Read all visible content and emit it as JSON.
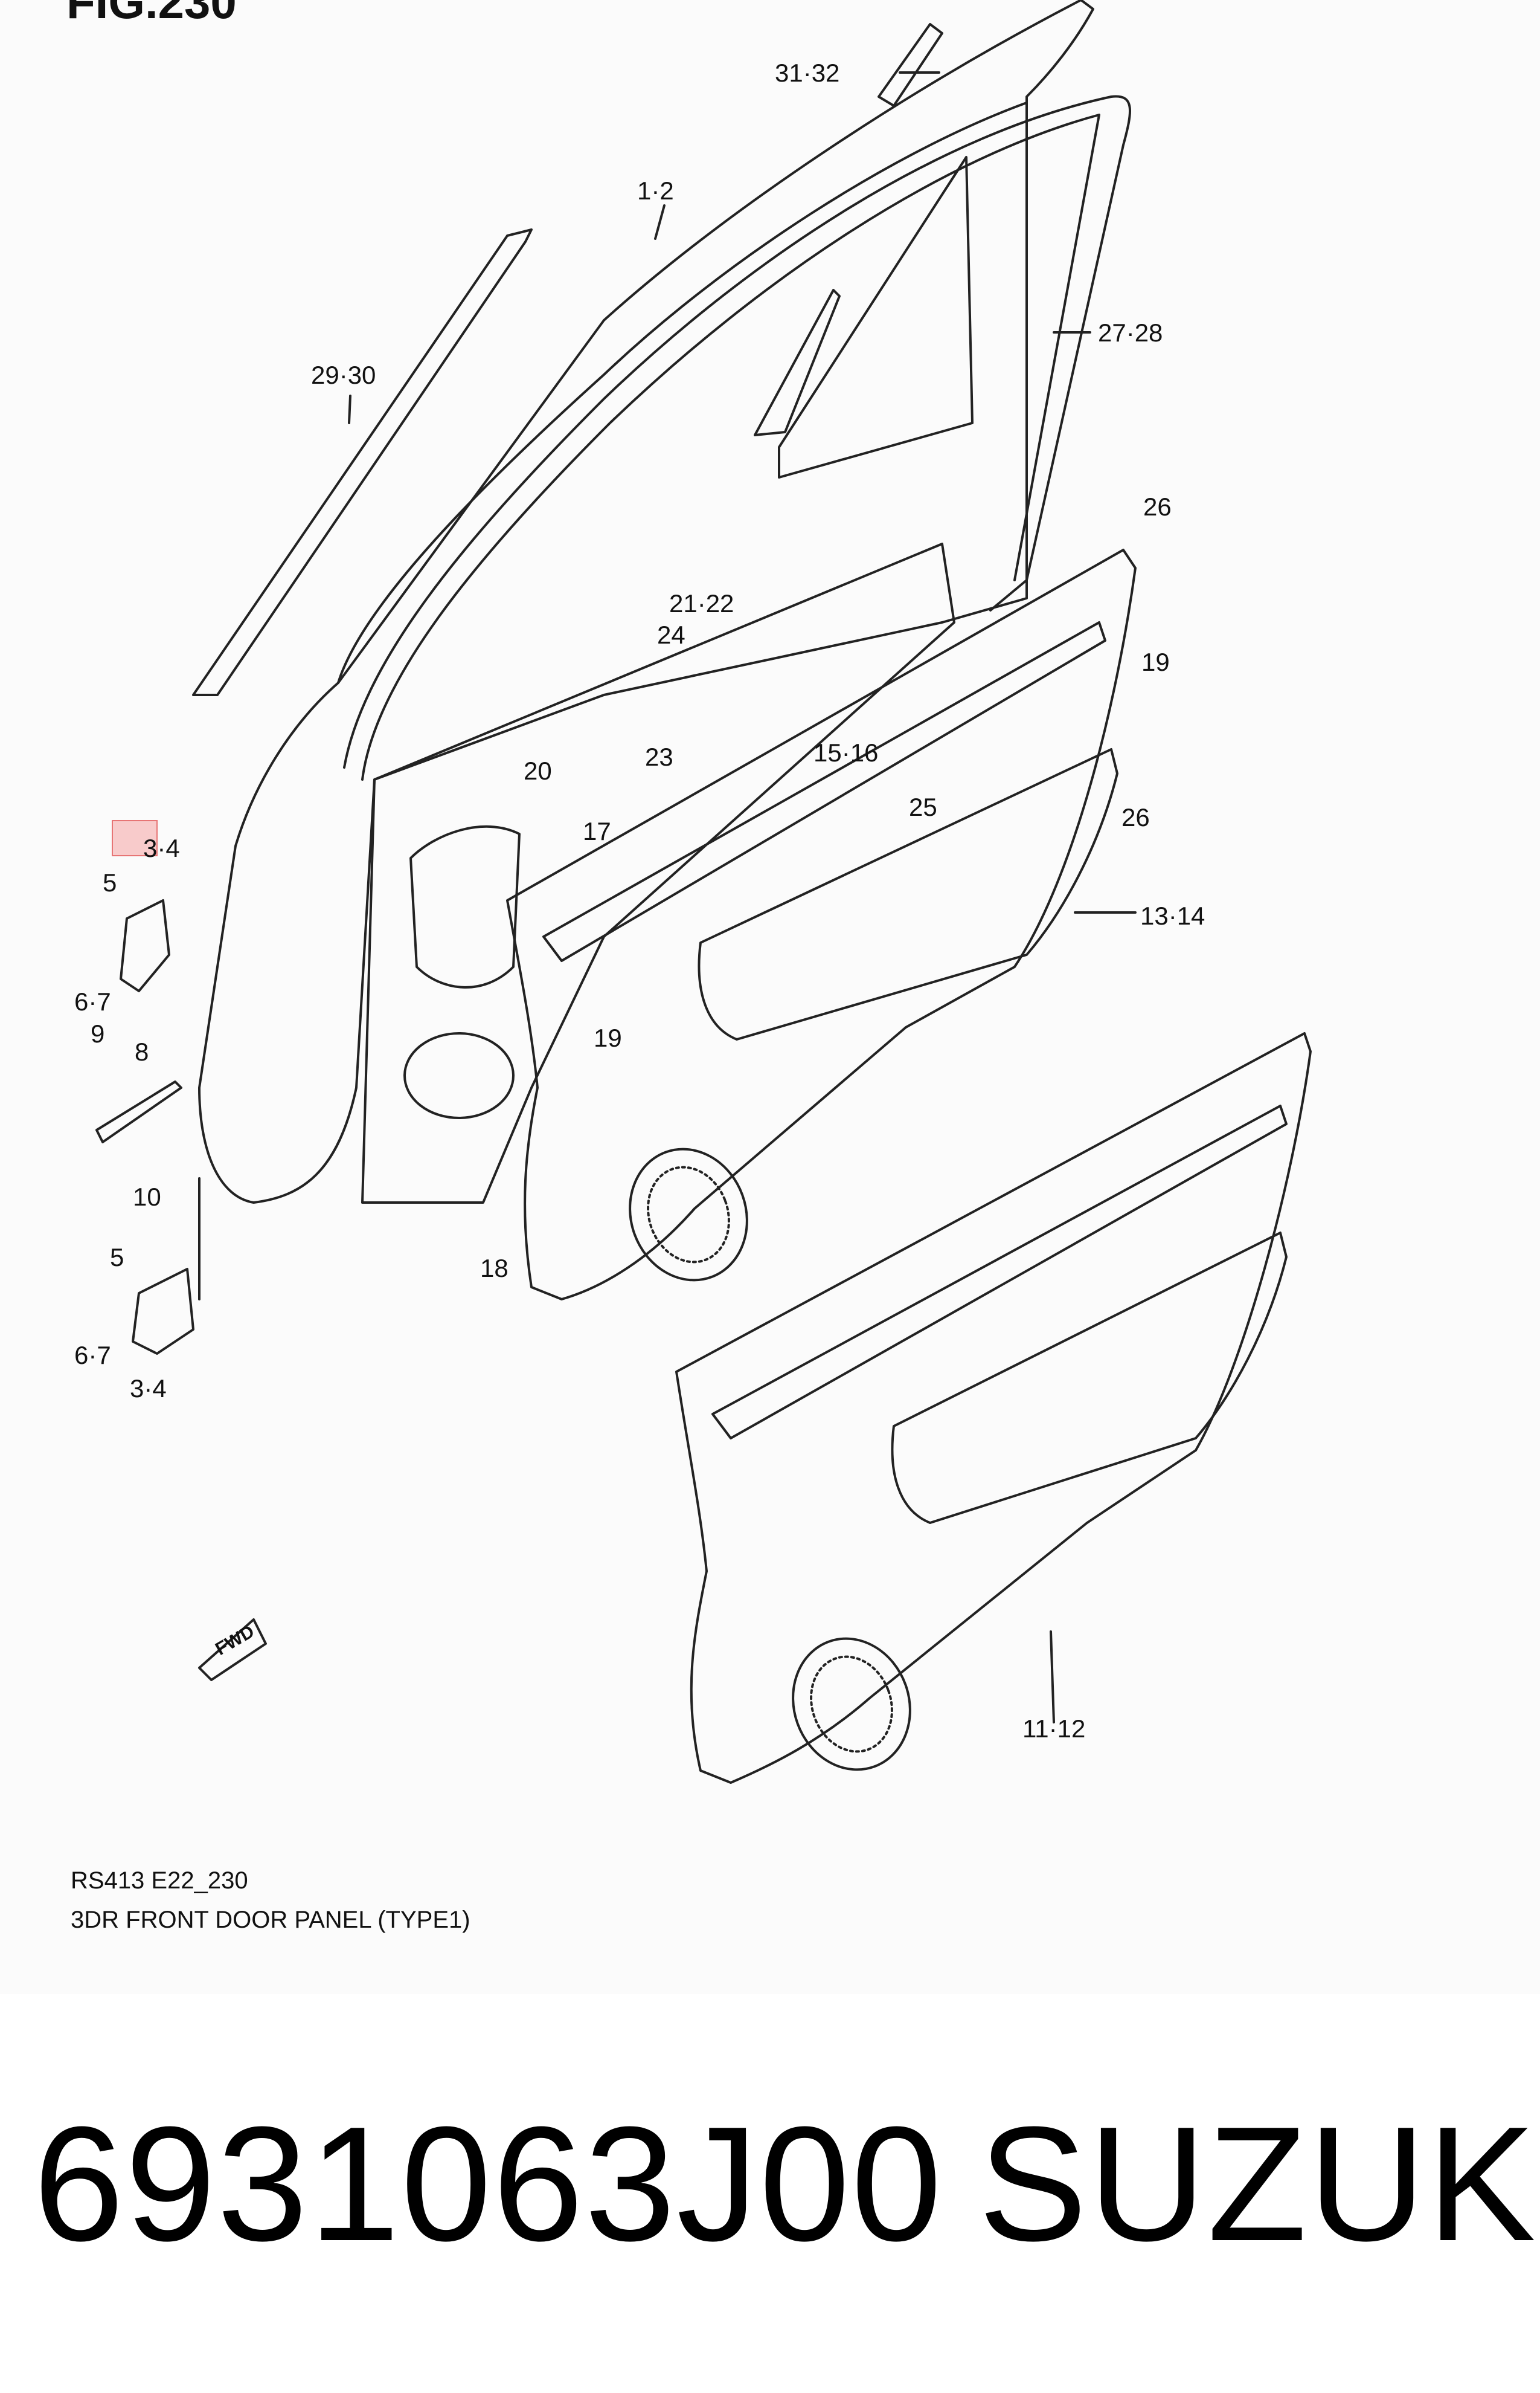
{
  "figure": {
    "title": "FIG.230",
    "code": "RS413 E22_230",
    "name": "3DR FRONT DOOR PANEL (TYPE1)"
  },
  "callouts": {
    "c1": "31·32",
    "c2": "1·2",
    "c3": "27·28",
    "c4": "29·30",
    "c5": "26",
    "c6": "19",
    "c7": "21·22",
    "c8": "24",
    "c9": "23",
    "c10": "15·16",
    "c11": "25",
    "c12": "26",
    "c13": "20",
    "c14": "17",
    "c15": "13·14",
    "c16": "3·4",
    "c17": "5",
    "c18": "6·7",
    "c19": "9",
    "c20": "8",
    "c21": "10",
    "c22": "19",
    "c23": "18",
    "c24": "5",
    "c25": "6·7",
    "c26": "3·4",
    "c27": "11·12"
  },
  "direction_label": "FWD",
  "footer": {
    "part_number": "6931063J00",
    "brand": "SUZUKI"
  }
}
